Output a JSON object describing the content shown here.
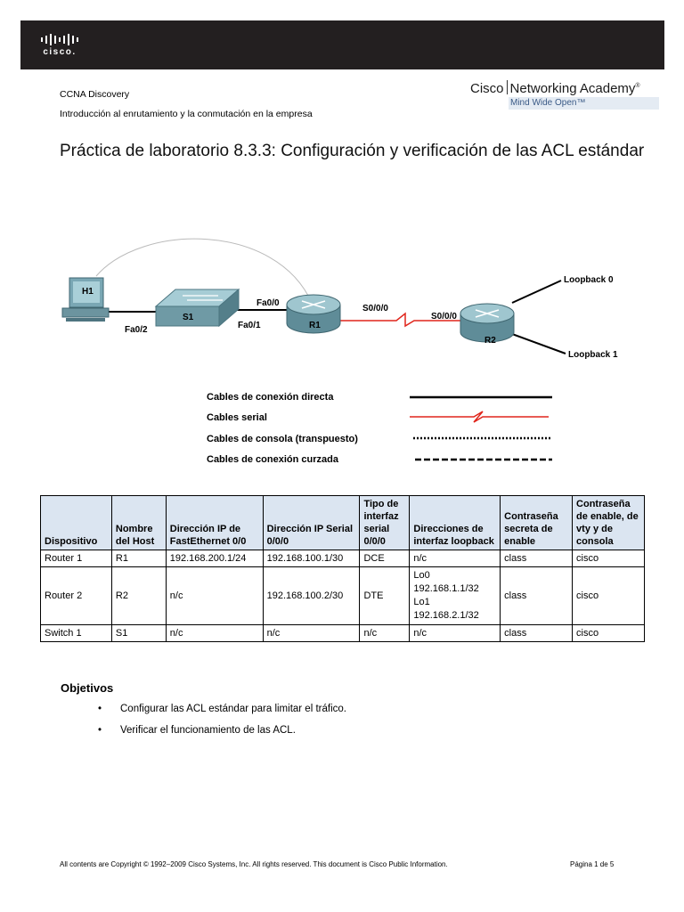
{
  "header": {
    "logo_text": "cisco."
  },
  "course": {
    "line1": "CCNA Discovery",
    "line2": "Introducción al enrutamiento y la conmutación en la empresa"
  },
  "academy": {
    "brand": "Cisco",
    "name": "Networking Academy",
    "reg": "®",
    "tagline": "Mind Wide Open™"
  },
  "title": "Práctica de laboratorio 8.3.3: Configuración y verificación de las ACL estándar",
  "topology": {
    "devices": {
      "h1": "H1",
      "s1": "S1",
      "r1": "R1",
      "r2": "R2"
    },
    "ports": {
      "h1_s1": "Fa0/2",
      "s1_r1": "Fa0/1",
      "r1_fa": "Fa0/0",
      "r1_s": "S0/0/0",
      "r2_s": "S0/0/0",
      "lo0": "Loopback 0",
      "lo1": "Loopback 1"
    },
    "legend": [
      "Cables de conexión directa",
      "Cables serial",
      "Cables de consola (transpuesto)",
      "Cables de conexión curzada"
    ]
  },
  "table": {
    "headers": [
      "Dispositivo",
      "Nombre del Host",
      "Dirección IP de FastEthernet 0/0",
      "Dirección IP Serial 0/0/0",
      "Tipo de interfaz serial 0/0/0",
      "Direcciones de interfaz loopback",
      "Contraseña secreta de enable",
      "Contraseña de enable, de vty y de consola"
    ],
    "rows": [
      [
        "Router 1",
        "R1",
        "192.168.200.1/24",
        "192.168.100.1/30",
        "DCE",
        "n/c",
        "class",
        "cisco"
      ],
      [
        "Router 2",
        "R2",
        "n/c",
        "192.168.100.2/30",
        "DTE",
        "Lo0 192.168.1.1/32 Lo1 192.168.2.1/32",
        "class",
        "cisco"
      ],
      [
        "Switch 1",
        "S1",
        "n/c",
        "n/c",
        "n/c",
        "n/c",
        "class",
        "cisco"
      ]
    ],
    "r2_loopback": [
      "Lo0",
      "192.168.1.1/32",
      "Lo1",
      "192.168.2.1/32"
    ]
  },
  "objectives": {
    "title": "Objetivos",
    "items": [
      "Configurar las ACL estándar para limitar el tráfico.",
      "Verificar el funcionamiento de las ACL."
    ],
    "bullet": "•"
  },
  "footer": {
    "copyright": "All contents are Copyright © 1992–2009 Cisco Systems, Inc. All rights reserved. This document is Cisco Public Information.",
    "page": "Página 1 de 5"
  }
}
